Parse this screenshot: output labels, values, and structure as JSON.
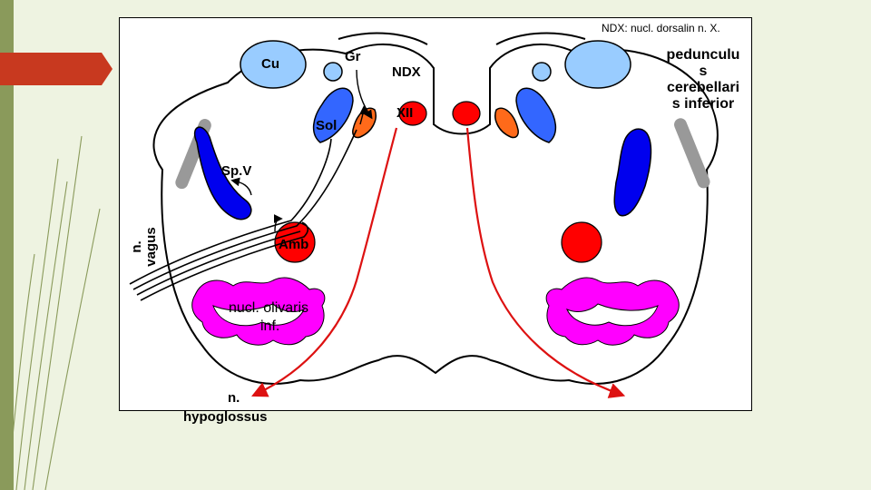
{
  "labels": {
    "caption": "NDX: nucl. dorsalin n. X.",
    "cu": "Cu",
    "gr": "Gr",
    "ndx": "NDX",
    "sol": "Sol",
    "xii": "XII",
    "spv": "Sp.V",
    "amb": "Amb",
    "n_vagus_1": "n.",
    "n_vagus_2": "vagus",
    "nucl_olivaris_1": "nucl. olivaris",
    "nucl_olivaris_2": "inf.",
    "n_hypoglossus_1": "n.",
    "n_hypoglossus_2": "hypoglossus",
    "pedunculus_1": "pedunculu",
    "pedunculus_2": "s",
    "pedunculus_3": "cerebellari",
    "pedunculus_4": "s inferior"
  },
  "colors": {
    "background": "#eef3e1",
    "slide_accent": "#c8391f",
    "frame_lines": "#8a9a5b",
    "cuneatus": "#99ccff",
    "gracilis": "#99ccff",
    "solitarius": "#3366ff",
    "ndx": "#ff6a1a",
    "hypoglossal_nucleus": "#ff0000",
    "spinal_trigeminal": "#0000ee",
    "ambiguus": "#ff0000",
    "olive": "#ff00ff",
    "restiform_body": "#999999",
    "hypoglossal_nerve": "#dd1111"
  }
}
